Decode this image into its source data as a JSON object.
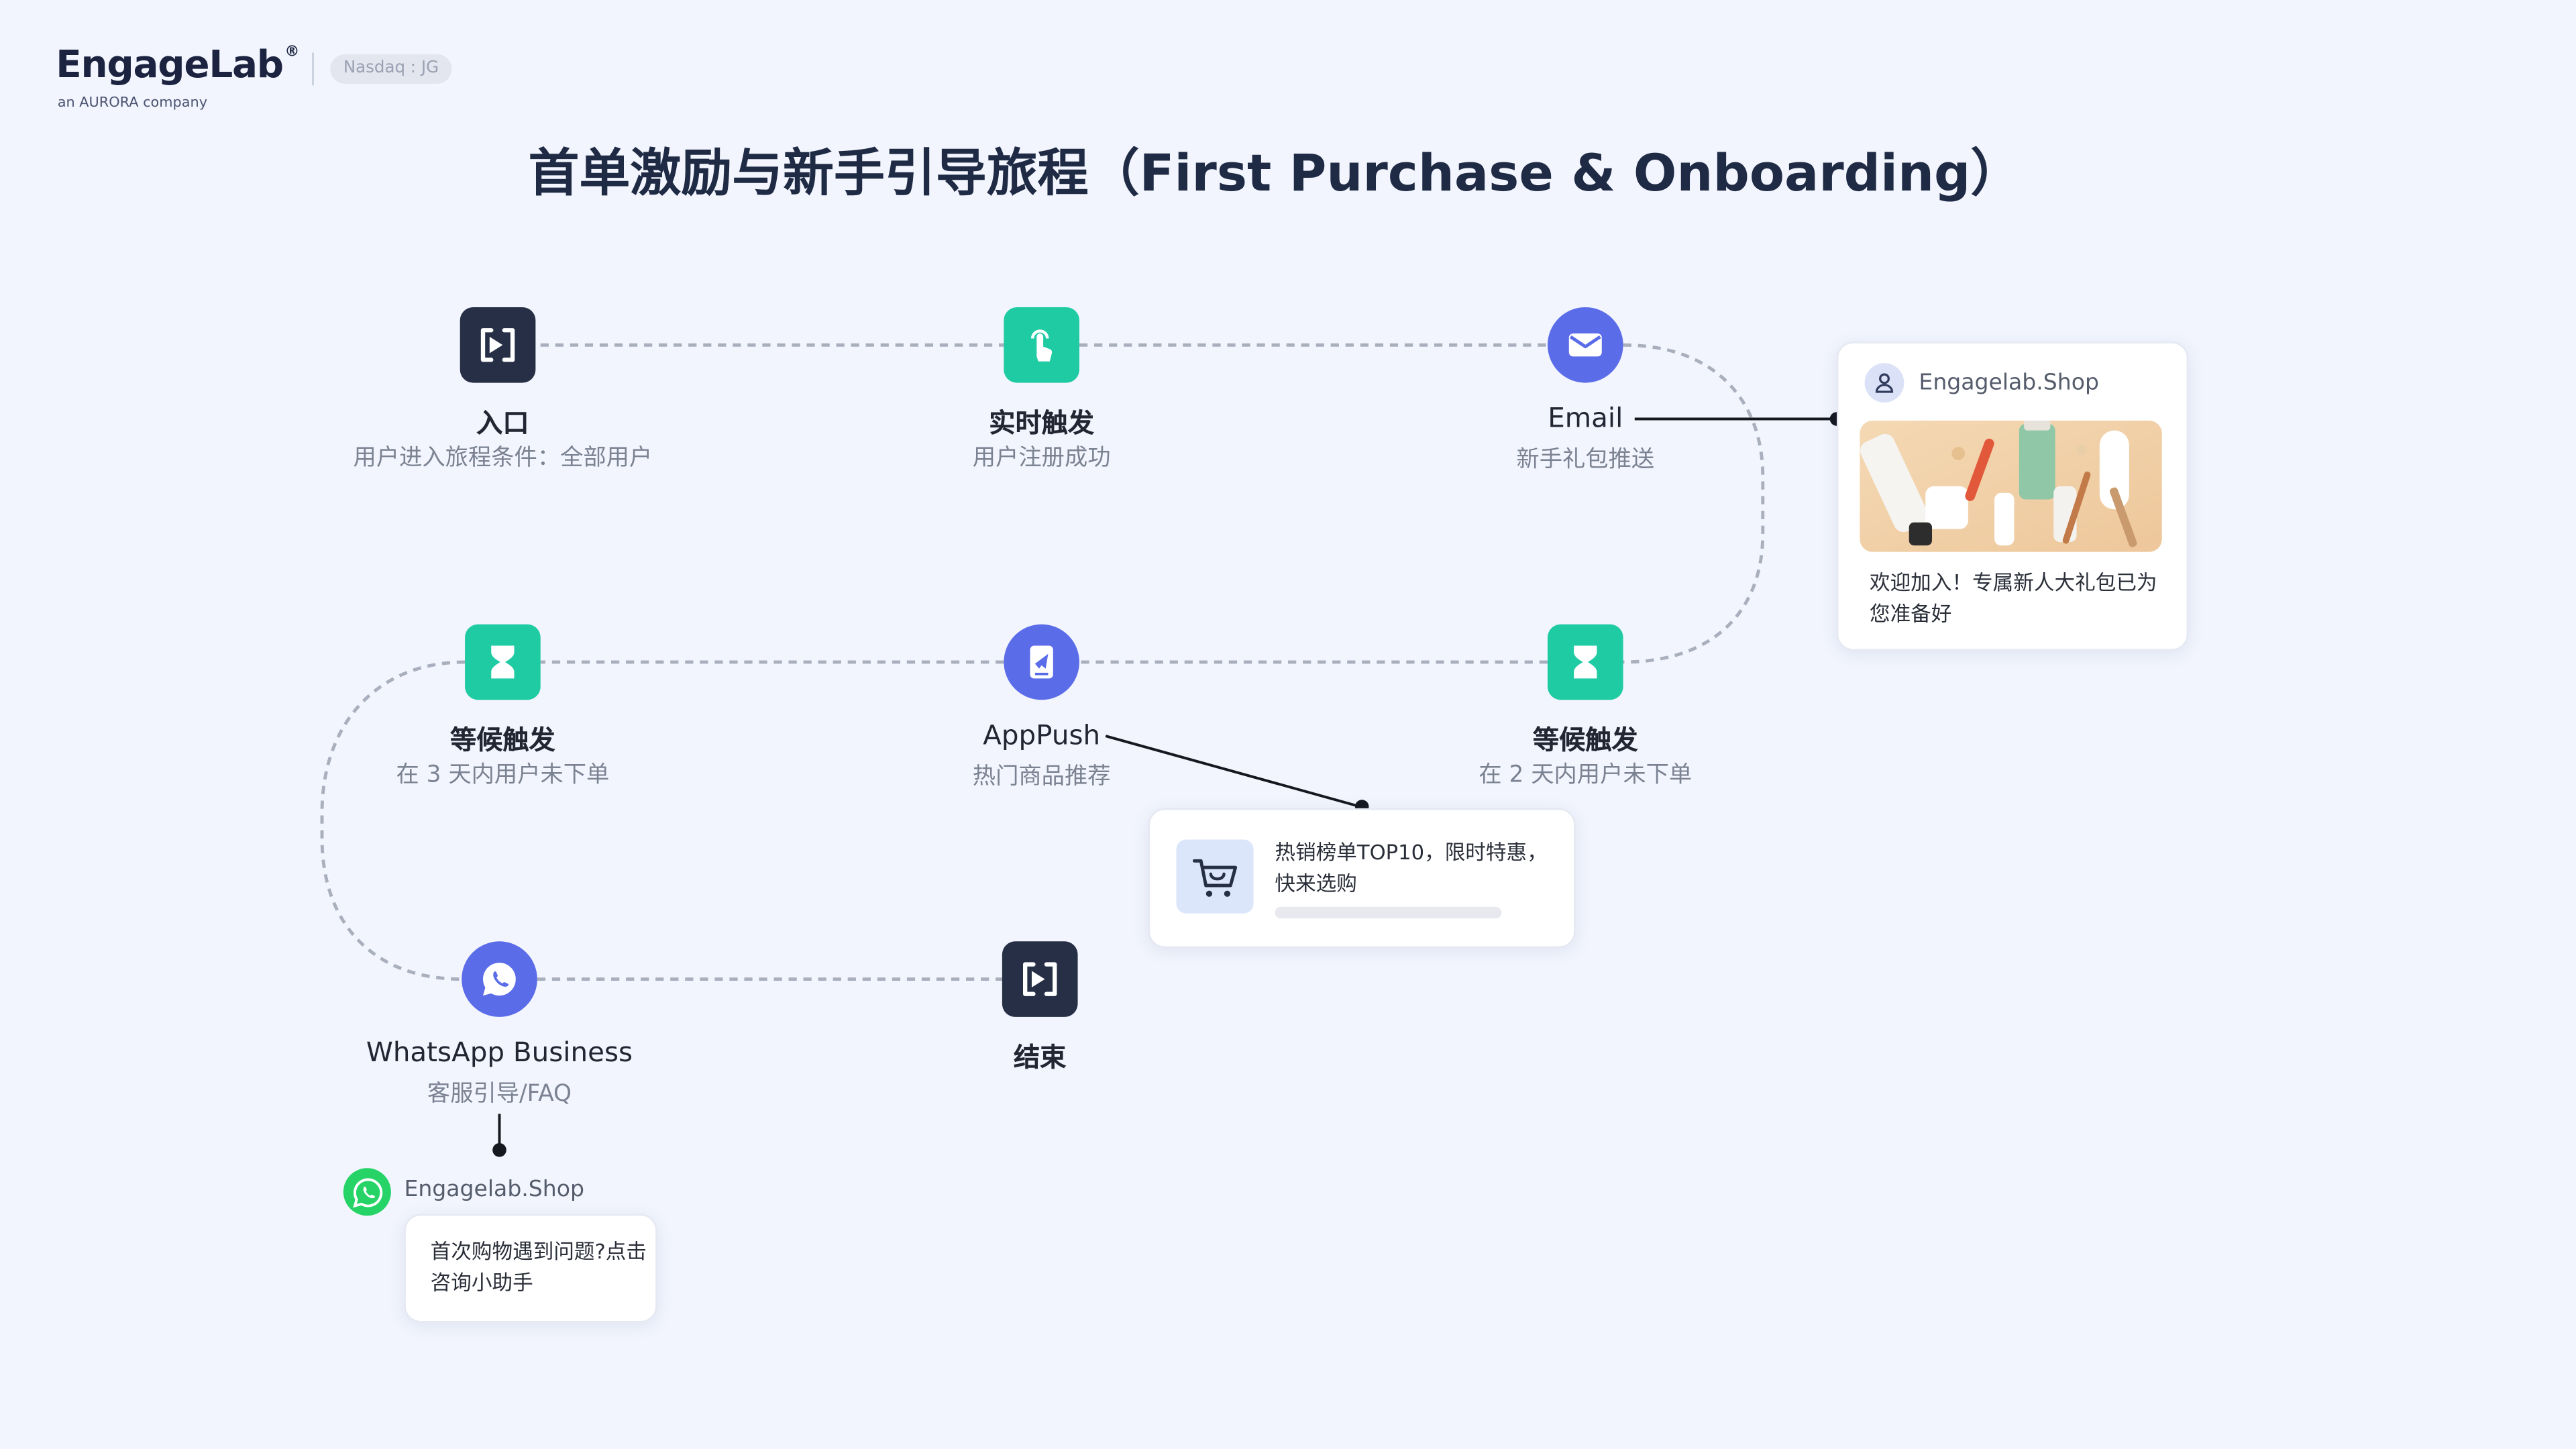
{
  "logo": {
    "wordmark": "EngageLab",
    "registered": "®",
    "tagline": "an AURORA company",
    "badge": "Nasdaq : JG"
  },
  "title": "首单激励与新手引导旅程（First Purchase & Onboarding）",
  "nodes": [
    {
      "id": "entry",
      "icon": "entry-icon",
      "label": "入口",
      "sub": "用户进入旅程条件：全部用户"
    },
    {
      "id": "trigger",
      "icon": "touch-icon",
      "label": "实时触发",
      "sub": "用户注册成功"
    },
    {
      "id": "email",
      "icon": "email-icon",
      "label": "Email",
      "sub": "新手礼包推送"
    },
    {
      "id": "wait2",
      "icon": "hourglass-icon",
      "label": "等候触发",
      "sub": "在 2 天内用户未下单"
    },
    {
      "id": "apppush",
      "icon": "apppush-icon",
      "label": "AppPush",
      "sub": "热门商品推荐"
    },
    {
      "id": "wait3",
      "icon": "hourglass-icon",
      "label": "等候触发",
      "sub": "在 3 天内用户未下单"
    },
    {
      "id": "whatsapp",
      "icon": "whatsapp-icon",
      "label": "WhatsApp Business",
      "sub": "客服引导/FAQ"
    },
    {
      "id": "end",
      "icon": "end-icon",
      "label": "结束",
      "sub": ""
    }
  ],
  "email_card": {
    "sender": "Engagelab.Shop",
    "message": "欢迎加入！专属新人大礼包已为您准备好"
  },
  "push_card": {
    "message": "热销榜单TOP10，限时特惠，快来选购"
  },
  "whatsapp_card": {
    "sender": "Engagelab.Shop",
    "message": "首次购物遇到问题?点击咨询小助手"
  },
  "colors": {
    "background": "#f2f5fd",
    "dark": "#262f45",
    "teal": "#1ecba3",
    "blue": "#5a6ce8",
    "whatsapp": "#25d366"
  }
}
